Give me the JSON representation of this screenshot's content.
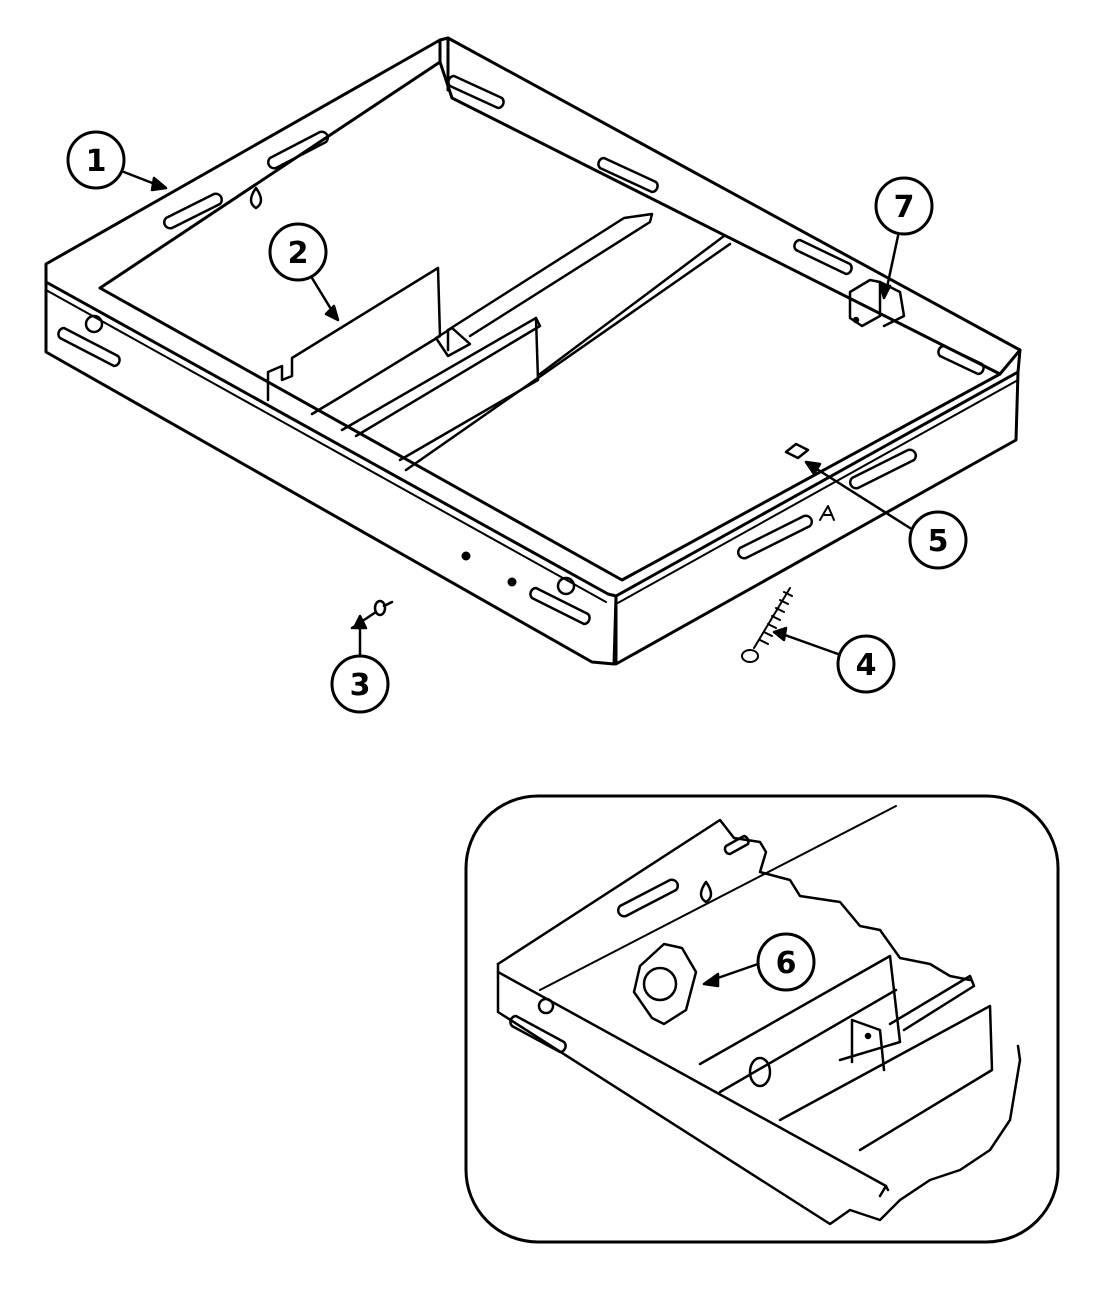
{
  "colors": {
    "ink": "#000000",
    "paper": "#ffffff"
  },
  "callouts": [
    "1",
    "2",
    "3",
    "4",
    "5",
    "6",
    "7"
  ]
}
